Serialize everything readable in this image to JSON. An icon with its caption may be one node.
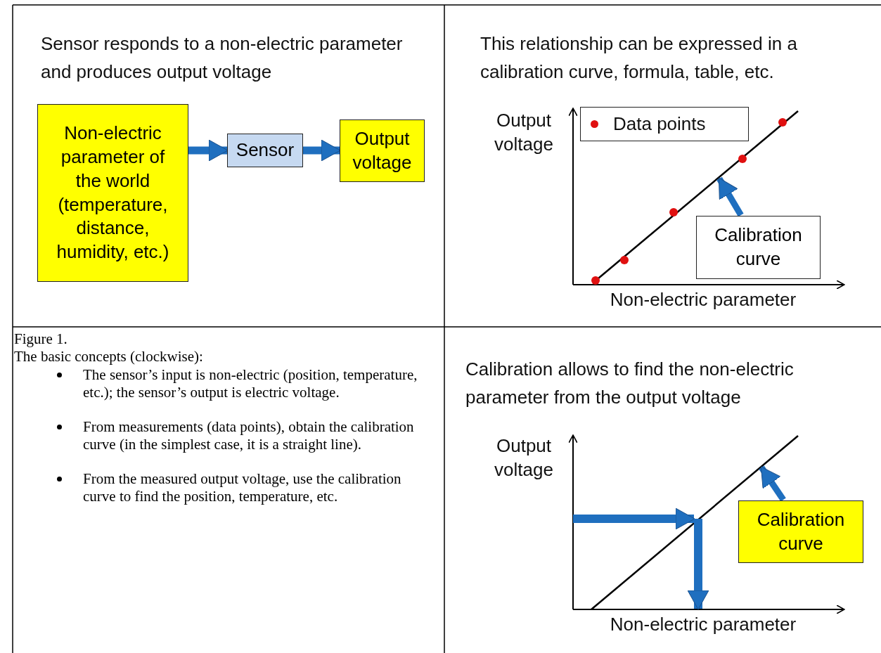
{
  "diagram": {
    "nodes": [
      {
        "text": [
          "Non-electric parameter of the world (temperature, distance, humidity, etc.)"
        ]
      },
      {
        "text": [
          "Sensor"
        ]
      },
      {
        "text": [
          "Output voltage"
        ]
      },
      {
        "text": [
          "Calibration curve"
        ]
      },
      {
        "text": [
          "Calibration curve"
        ]
      }
    ],
    "edges": [
      {
        "from": 0,
        "to": 1,
        "arrow": "to"
      },
      {
        "from": 1,
        "to": 2,
        "arrow": "to"
      },
      {
        "from": 3,
        "to": null,
        "arrow": "to"
      },
      {
        "from": 4,
        "to": null,
        "arrow": "to"
      }
    ],
    "labels": [
      "Sensor responds to a non-electric parameter and produces output voltage",
      "This relationship can be expressed in a calibration curve, formula, table, etc.",
      "Output voltage",
      "Non-electric parameter",
      "Figure 1.",
      "The basic concepts (clockwise):",
      "The sensor’s input is non-electric (position, temperature, etc.); the sensor’s output is electric voltage.",
      "From measurements (data points), obtain the calibration curve (in the simplest case, it is a straight line).",
      "From the measured output voltage, use the calibration curve to find the position, temperature, etc.",
      "Calibration allows to find the non-electric parameter from the output voltage",
      "Output voltage",
      "Non-electric parameter"
    ],
    "legend": [
      {
        "text": "Data points"
      }
    ]
  }
}
